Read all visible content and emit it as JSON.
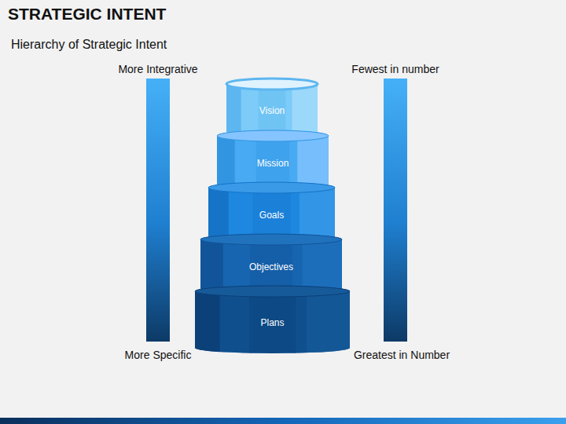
{
  "diagram": {
    "title": "STRATEGIC INTENT",
    "nodes": [
      {
        "text": [
          "Vision"
        ]
      },
      {
        "text": [
          "Mission"
        ]
      },
      {
        "text": [
          "Goals"
        ]
      },
      {
        "text": [
          "Objectives"
        ]
      },
      {
        "text": [
          "Plans"
        ]
      }
    ],
    "labels": [
      "Hierarchy of Strategic Intent",
      "More Integrative",
      "Fewest in number",
      "More Specific",
      "Greatest in Number"
    ]
  }
}
